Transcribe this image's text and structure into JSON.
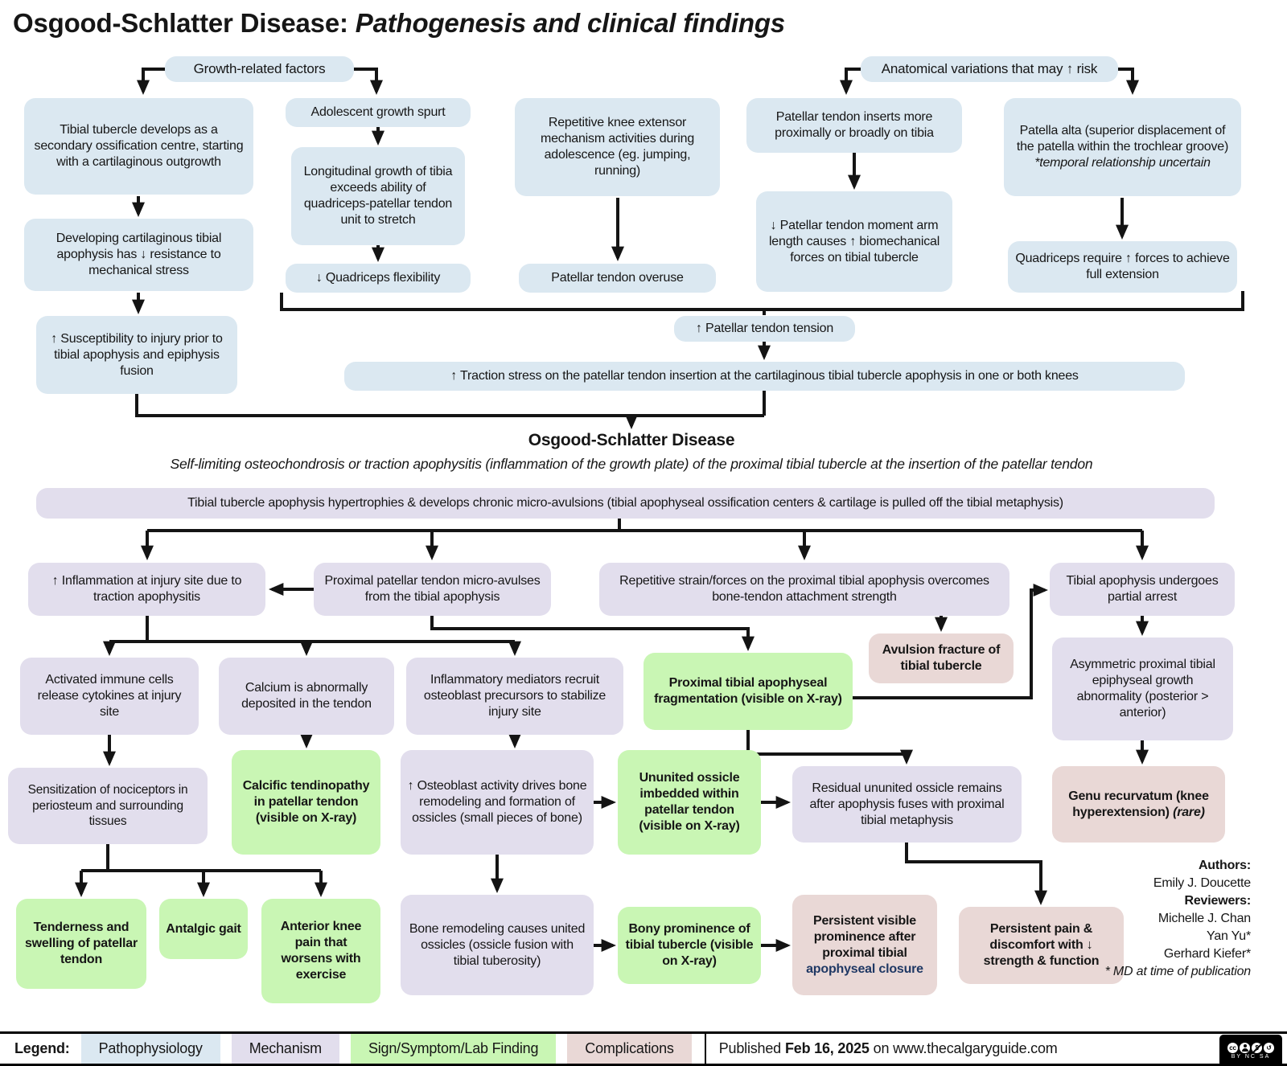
{
  "title": {
    "main": "Osgood-Schlatter Disease:",
    "italic": "Pathogenesis and clinical findings"
  },
  "colors": {
    "pathophysiology": "#dbe8f1",
    "mechanism": "#e2deed",
    "sign_symptom": "#c9f6b4",
    "complication": "#e9d8d6",
    "closure_text": "#1f3864",
    "arrow": "#141414"
  },
  "headers": {
    "growth": "Growth-related factors",
    "anatomical": "Anatomical variations that may ↑ risk"
  },
  "boxes": {
    "tibial_tubercle": "Tibial tubercle develops as a secondary ossification centre, starting with a cartilaginous outgrowth",
    "developing_apophysis": "Developing cartilaginous tibial apophysis has ↓ resistance to mechanical stress",
    "susceptibility": "↑ Susceptibility to injury prior to tibial apophysis and epiphysis fusion",
    "growth_spurt": "Adolescent growth spurt",
    "longitudinal_growth": "Longitudinal growth of tibia exceeds ability of quadriceps-patellar tendon unit to stretch",
    "quad_flexibility": "↓ Quadriceps flexibility",
    "repetitive_knee": "Repetitive knee extensor mechanism activities during adolescence (eg. jumping, running)",
    "tendon_overuse": "Patellar tendon overuse",
    "tendon_inserts": "Patellar tendon inserts more proximally or broadly on tibia",
    "moment_arm": "↓ Patellar tendon moment arm length causes ↑ biomechanical forces on tibial tubercle",
    "patella_alta": "Patella alta (superior displacement of the patella within the trochlear groove)",
    "patella_alta_note": "*temporal relationship uncertain",
    "quad_forces": "Quadriceps require ↑ forces to achieve full extension",
    "tendon_tension": "↑ Patellar tendon tension",
    "traction_stress": "↑ Traction stress on the patellar tendon insertion at the cartilaginous tibial tubercle apophysis in one or both knees",
    "hypertrophies": "Tibial tubercle apophysis hypertrophies & develops chronic micro-avulsions (tibial apophyseal ossification centers & cartilage is pulled off the tibial metaphysis)",
    "inflammation": "↑ Inflammation at injury site due to traction apophysitis",
    "micro_avulses": "Proximal patellar tendon micro-avulses from the tibial apophysis",
    "repetitive_strain": "Repetitive strain/forces on the proximal tibial apophysis overcomes bone-tendon attachment strength",
    "partial_arrest": "Tibial apophysis undergoes partial arrest",
    "avulsion_fracture": "Avulsion fracture of tibial tubercle",
    "fragmentation": "Proximal tibial apophyseal fragmentation (visible on X-ray)",
    "activated_immune": "Activated immune cells release cytokines at injury site",
    "calcium": "Calcium is abnormally deposited in the tendon",
    "inflammatory_mediators": "Inflammatory mediators recruit osteoblast precursors to stabilize injury site",
    "asymmetric": "Asymmetric proximal tibial epiphyseal growth abnormality (posterior > anterior)",
    "sensitization": "Sensitization of nociceptors in periosteum and surrounding tissues",
    "calcific": "Calcific tendinopathy in patellar tendon (visible on X-ray)",
    "osteoblast": "↑ Osteoblast activity drives bone remodeling and formation of ossicles (small pieces of bone)",
    "ununited": "Ununited ossicle imbedded within patellar tendon (visible on X-ray)",
    "residual": "Residual ununited ossicle remains after apophysis fuses with proximal tibial metaphysis",
    "genu_main": "Genu recurvatum (knee hyperextension)",
    "genu_rare": "(rare)",
    "tenderness": "Tenderness and swelling of patellar tendon",
    "antalgic": "Antalgic gait",
    "anterior_knee": "Anterior knee pain that worsens with exercise",
    "bone_remodeling": "Bone remodeling causes united ossicles (ossicle fusion with tibial tuberosity)",
    "bony_prominence": "Bony prominence of tibial tubercle (visible on X-ray)",
    "persistent_visible_1": "Persistent visible prominence after proximal tibial",
    "persistent_visible_2": "apophyseal closure",
    "persistent_pain": "Persistent pain & discomfort with ↓ strength & function"
  },
  "disease": {
    "heading": "Osgood-Schlatter Disease",
    "subtitle": "Self-limiting osteochondrosis or traction apophysitis (inflammation of the growth plate) of the proximal tibial tubercle at the insertion of the patellar tendon"
  },
  "authors": {
    "authors_label": "Authors:",
    "authors": [
      "Emily J. Doucette"
    ],
    "reviewers_label": "Reviewers:",
    "reviewers": [
      "Michelle J. Chan",
      "Yan Yu*",
      "Gerhard Kiefer*"
    ],
    "footnote": "* MD at time of publication"
  },
  "legend": {
    "label": "Legend:",
    "items": [
      {
        "label": "Pathophysiology",
        "color": "#dbe8f1"
      },
      {
        "label": "Mechanism",
        "color": "#e2deed"
      },
      {
        "label": "Sign/Symptom/Lab Finding",
        "color": "#c9f6b4"
      },
      {
        "label": "Complications",
        "color": "#e9d8d6"
      }
    ],
    "published_pre": "Published",
    "published_date": "Feb 16, 2025",
    "published_post": "on www.thecalgaryguide.com",
    "cc_text": "BY NC SA"
  }
}
